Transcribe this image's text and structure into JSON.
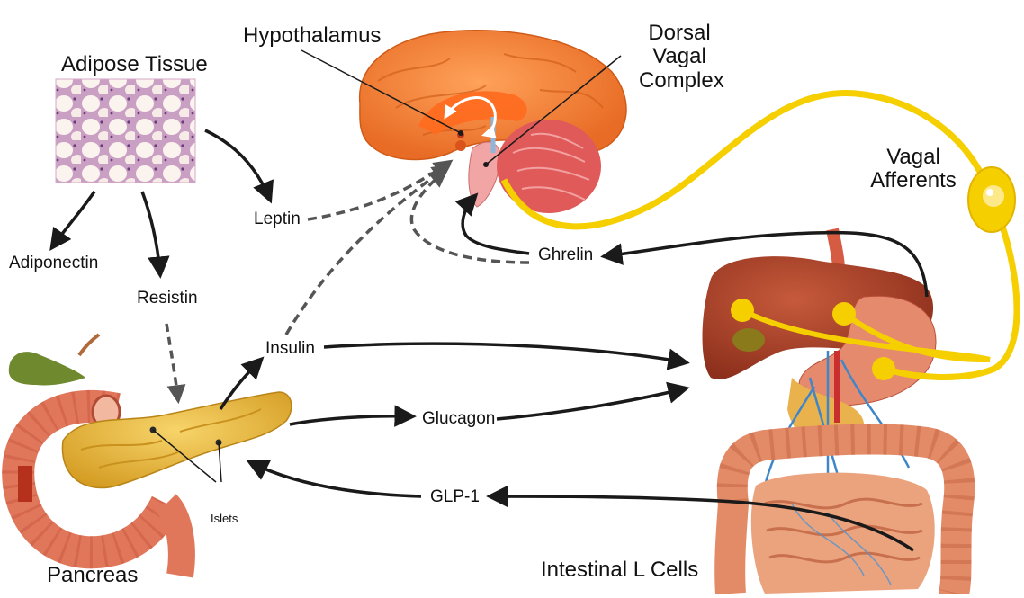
{
  "labels": {
    "adipose_tissue": "Adipose  Tissue",
    "hypothalamus": "Hypothalamus",
    "dorsal_vagal_complex": [
      "Dorsal",
      "Vagal",
      "Complex"
    ],
    "vagal_afferents": [
      "Vagal",
      "Afferents"
    ],
    "leptin": "Leptin",
    "ghrelin": "Ghrelin",
    "adiponectin": "Adiponectin",
    "resistin": "Resistin",
    "insulin": "Insulin",
    "glucagon": "Glucagon",
    "glp1": "GLP-1",
    "islets": "Islets",
    "pancreas": "Pancreas",
    "intestinal_l_cells": "Intestinal  L  Cells"
  },
  "colors": {
    "arrow": "#1a1a1a",
    "dashed_arrow": "#555555",
    "vagal_nerve": "#f5cf00",
    "brain": "#f28c3c",
    "fat_tissue": "#e9b8cf",
    "pancreas": "#e6b43a",
    "organs": "#b5452b",
    "intestine": "#e08a63"
  }
}
